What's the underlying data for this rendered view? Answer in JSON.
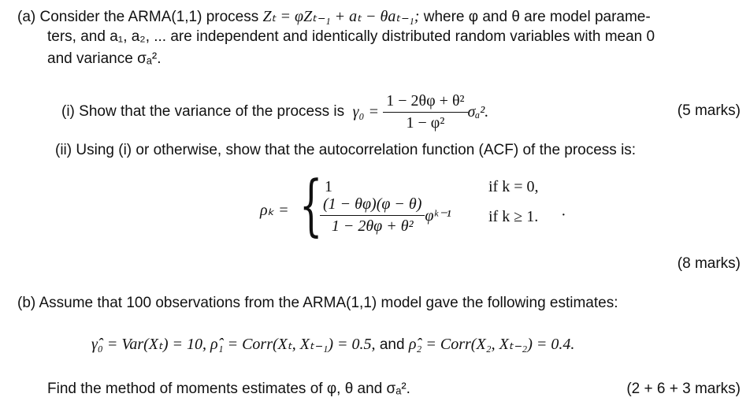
{
  "part_a": {
    "label": "(a)",
    "line1_text": "Consider the ARMA(1,1) process",
    "process_formula": "Zₜ = φZₜ₋₁ + aₜ − θaₜ₋₁;",
    "line1_rest": "where φ and θ are model parame-",
    "line2": "ters, and a₁, a₂, ... are independent and identically distributed random variables with mean 0",
    "line3": "and variance σₐ².",
    "sub_i": {
      "label": "(i)",
      "text": "Show that the variance of the process is",
      "lhs": "γ₀ =",
      "numerator": "1 − 2θφ + θ²",
      "denominator": "1 − φ²",
      "tail": "σₐ².",
      "marks": "(5 marks)"
    },
    "sub_ii": {
      "label": "(ii)",
      "text": "Using (i) or otherwise, show that the autocorrelation function (ACF) of the process is:",
      "lhs": "ρₖ =",
      "case1_value": "1",
      "case1_cond": "if k = 0,",
      "case2_numerator": "(1 − θφ)(φ − θ)",
      "case2_denominator": "1 − 2θφ + θ²",
      "case2_power": "φᵏ⁻¹",
      "case2_cond": "if k ≥ 1.",
      "trailing_dot": "·",
      "marks": "(8 marks)"
    }
  },
  "part_b": {
    "label": "(b)",
    "intro": "Assume that 100 observations from the ARMA(1,1) model gave the following estimates:",
    "estimates": "γ̂₀ = Var(Xₜ) = 10,  ρ̂₁ = Corr(Xₜ, Xₜ₋₁) = 0.5,",
    "and_word": "and",
    "estimate3": "ρ̂₂ = Corr(X₂, Xₜ₋₂) = 0.4.",
    "find": "Find the method of moments estimates of φ, θ and σₐ².",
    "marks": "(2 + 6 + 3 marks)"
  }
}
